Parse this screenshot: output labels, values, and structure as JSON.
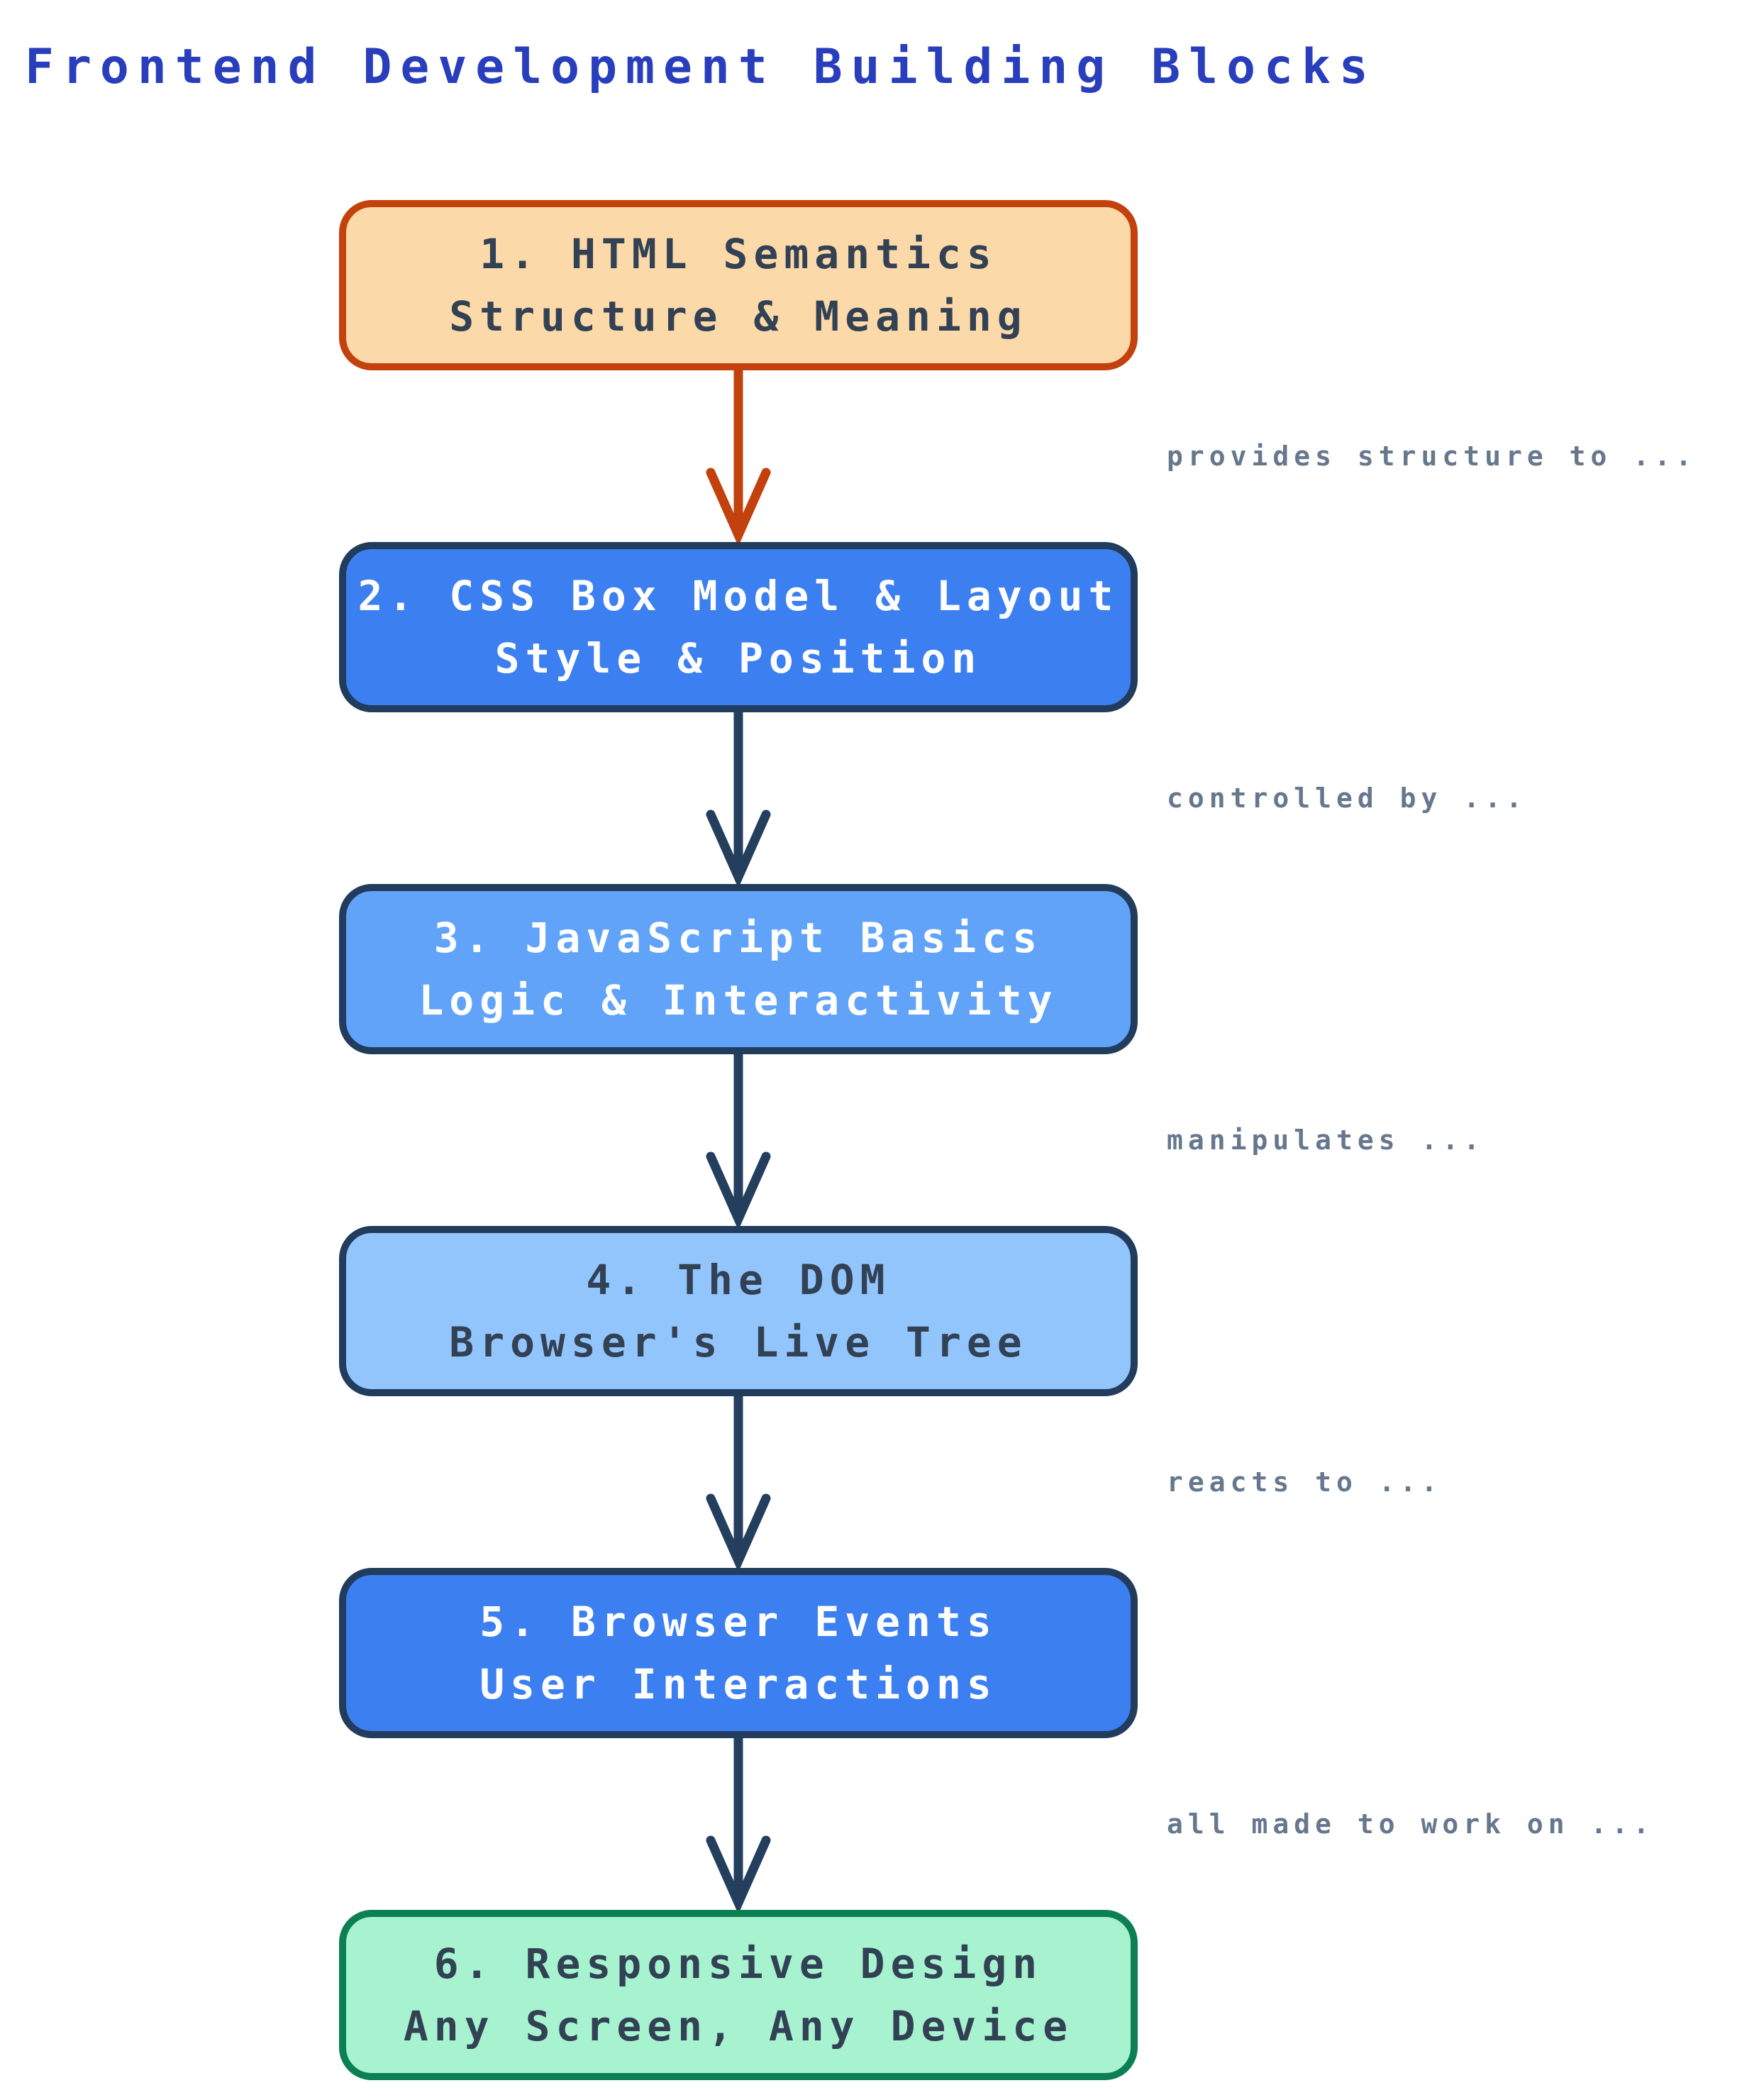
{
  "title": {
    "text": "Frontend Development Building Blocks",
    "color": "#293EBC"
  },
  "diagram": {
    "edge_label_color": "#66788E",
    "nodes": [
      {
        "label": "1. HTML Semantics",
        "sublabel": "Structure & Meaning",
        "fill": "#FCD9A8",
        "border": "#C2410C",
        "text": "#334155"
      },
      {
        "label": "2. CSS Box Model & Layout",
        "sublabel": "Style & Position",
        "fill": "#3C7FF1",
        "border": "#213C5C",
        "text": "#FFFFFF"
      },
      {
        "label": "3. JavaScript Basics",
        "sublabel": "Logic & Interactivity",
        "fill": "#60A3F8",
        "border": "#213C5C",
        "text": "#FFFFFF"
      },
      {
        "label": "4. The DOM",
        "sublabel": "Browser's Live Tree",
        "fill": "#93C5FD",
        "border": "#213C5C",
        "text": "#334155"
      },
      {
        "label": "5. Browser Events",
        "sublabel": "User Interactions",
        "fill": "#3C7FF1",
        "border": "#213C5C",
        "text": "#FFFFFF"
      },
      {
        "label": "6. Responsive Design",
        "sublabel": "Any Screen, Any Device",
        "fill": "#A7F3D0",
        "border": "#0C7F55",
        "text": "#334155"
      }
    ],
    "edges": [
      {
        "label": "provides structure to ...",
        "color": "#C2410C"
      },
      {
        "label": "controlled by ...",
        "color": "#243F5E"
      },
      {
        "label": "manipulates ...",
        "color": "#243F5E"
      },
      {
        "label": "reacts to ...",
        "color": "#243F5E"
      },
      {
        "label": "all made to work on ...",
        "color": "#243F5E"
      }
    ]
  }
}
